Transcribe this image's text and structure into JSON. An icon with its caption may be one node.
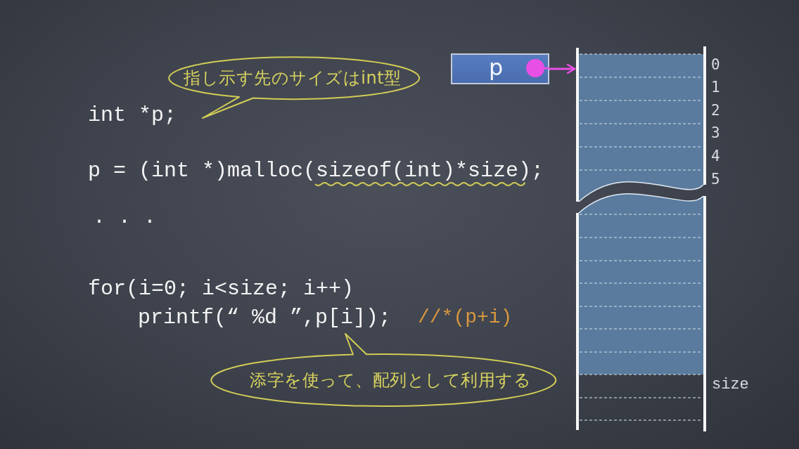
{
  "diagram": {
    "nodes": [
      {
        "text": [
          "指し示す先のサイズはint型"
        ]
      },
      {
        "text": [
          "p"
        ]
      },
      {
        "text": [],
        "shape": "box",
        "beside": [
          "0",
          "1",
          "2",
          "3",
          "4",
          "5",
          "size"
        ]
      },
      {
        "text": [
          "添字を使って、配列として利用する"
        ]
      }
    ],
    "edges": [
      {
        "from": 1,
        "to": 2,
        "arrow": "to",
        "color": "#e84fe4"
      }
    ],
    "labels": [
      "int *p;",
      "p = (int *)malloc(sizeof(int)*size);",
      ". . .",
      "for(i=0; i<size; i++)",
      "printf(“ %d ”,p[i]);",
      "//*(p+i)"
    ]
  }
}
